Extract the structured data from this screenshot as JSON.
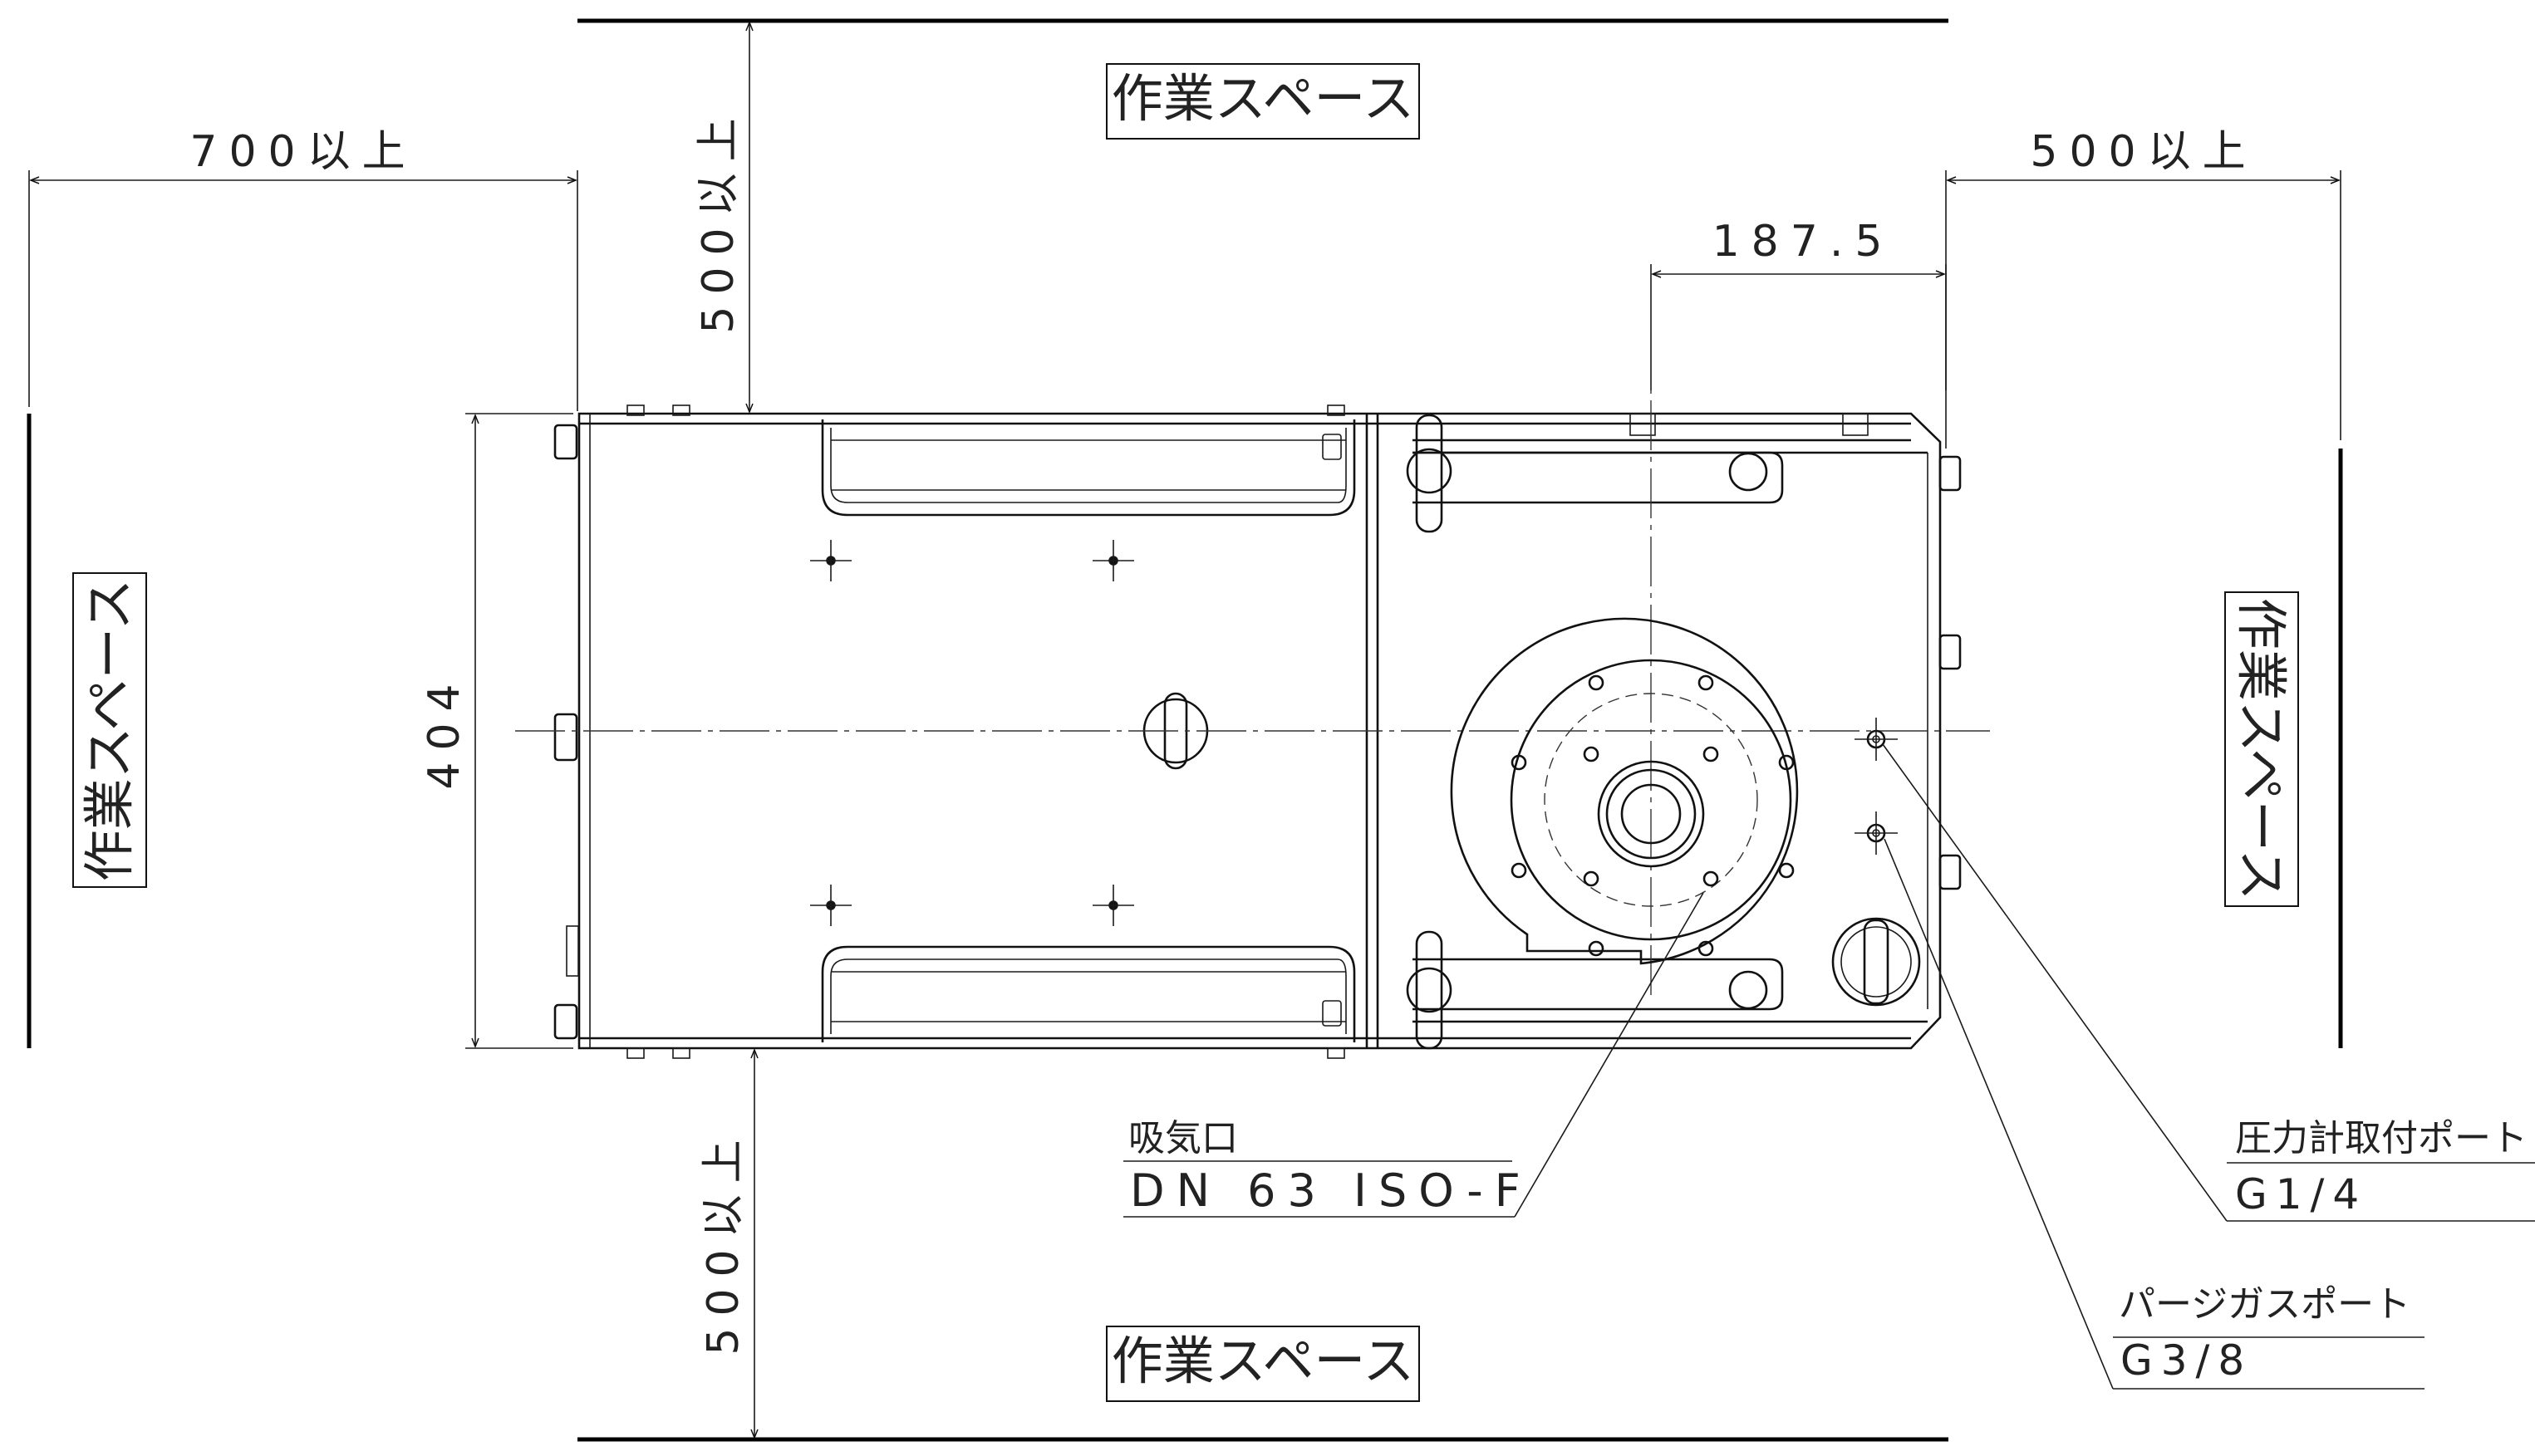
{
  "drawing": {
    "work_space_label": "作業スペース",
    "dims": {
      "left_clearance": "700以上",
      "top_clearance": "500以上",
      "right_clearance": "500以上",
      "bottom_clearance": "500以上",
      "port_offset": "187.5",
      "height": "404"
    },
    "callouts": {
      "inlet_title": "吸気口",
      "inlet_spec": "DN 63 ISO-F",
      "gauge_port_title": "圧力計取付ポート",
      "gauge_port_spec": "G1/4",
      "purge_port_title": "パージガスポート",
      "purge_port_spec": "G3/8"
    }
  }
}
